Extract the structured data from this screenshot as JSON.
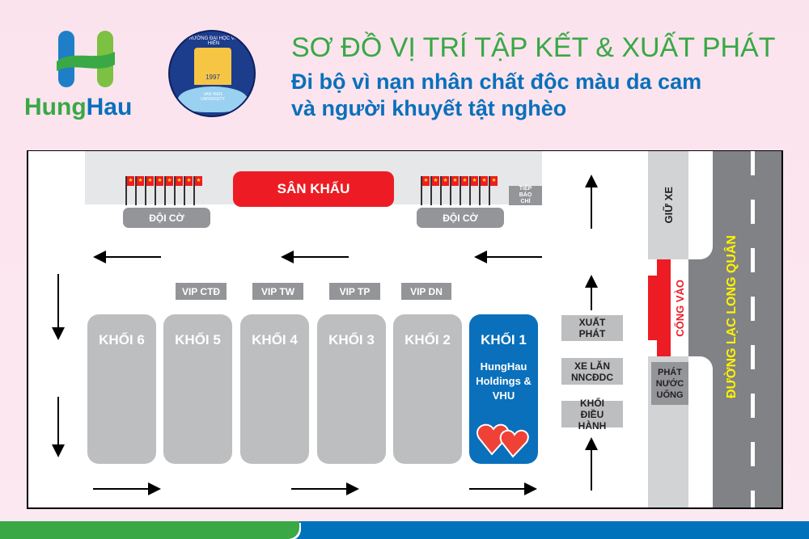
{
  "header": {
    "title": "SƠ ĐỒ VỊ TRÍ TẬP KẾT & XUẤT PHÁT",
    "subtitle_line1": "Đi bộ vì nạn nhân chất độc màu da cam",
    "subtitle_line2": "và người khuyết tật nghèo"
  },
  "logos": {
    "hunghau": {
      "part1": "Hung",
      "part2": "Hau"
    },
    "vhu": {
      "ring_text": "TRƯỜNG ĐẠI HỌC VĂN HIẾN",
      "year": "1997",
      "bottom": "VAN HIEN UNIVERSITY"
    }
  },
  "map": {
    "stage": "SÂN KHẤU",
    "flag_team_left": "ĐỘI CỜ",
    "flag_team_right": "ĐỘI CỜ",
    "press": "TIẾP BÁO CHÍ",
    "vip": [
      "VIP CTĐ",
      "VIP TW",
      "VIP TP",
      "VIP DN"
    ],
    "blocks": [
      "KHỐI 6",
      "KHỐI 5",
      "KHỐI 4",
      "KHỐI 3",
      "KHỐI 2"
    ],
    "block1": {
      "title": "KHỐI 1",
      "desc": "HungHau Holdings & VHU"
    },
    "start": "XUẤT PHÁT",
    "wheelchair": "XE LĂN NNCĐDC",
    "management": "KHỐI ĐIỀU HÀNH",
    "parking": "GIỮ XE",
    "gate": "CỔNG VÀO",
    "water": "PHÁT NƯỚC UỐNG",
    "road": "ĐƯỜNG LẠC LONG QUÂN"
  },
  "colors": {
    "green": "#39a845",
    "blue": "#0a70bb",
    "red": "#ed1c24",
    "road": "#808285",
    "yellow": "#fff200"
  }
}
